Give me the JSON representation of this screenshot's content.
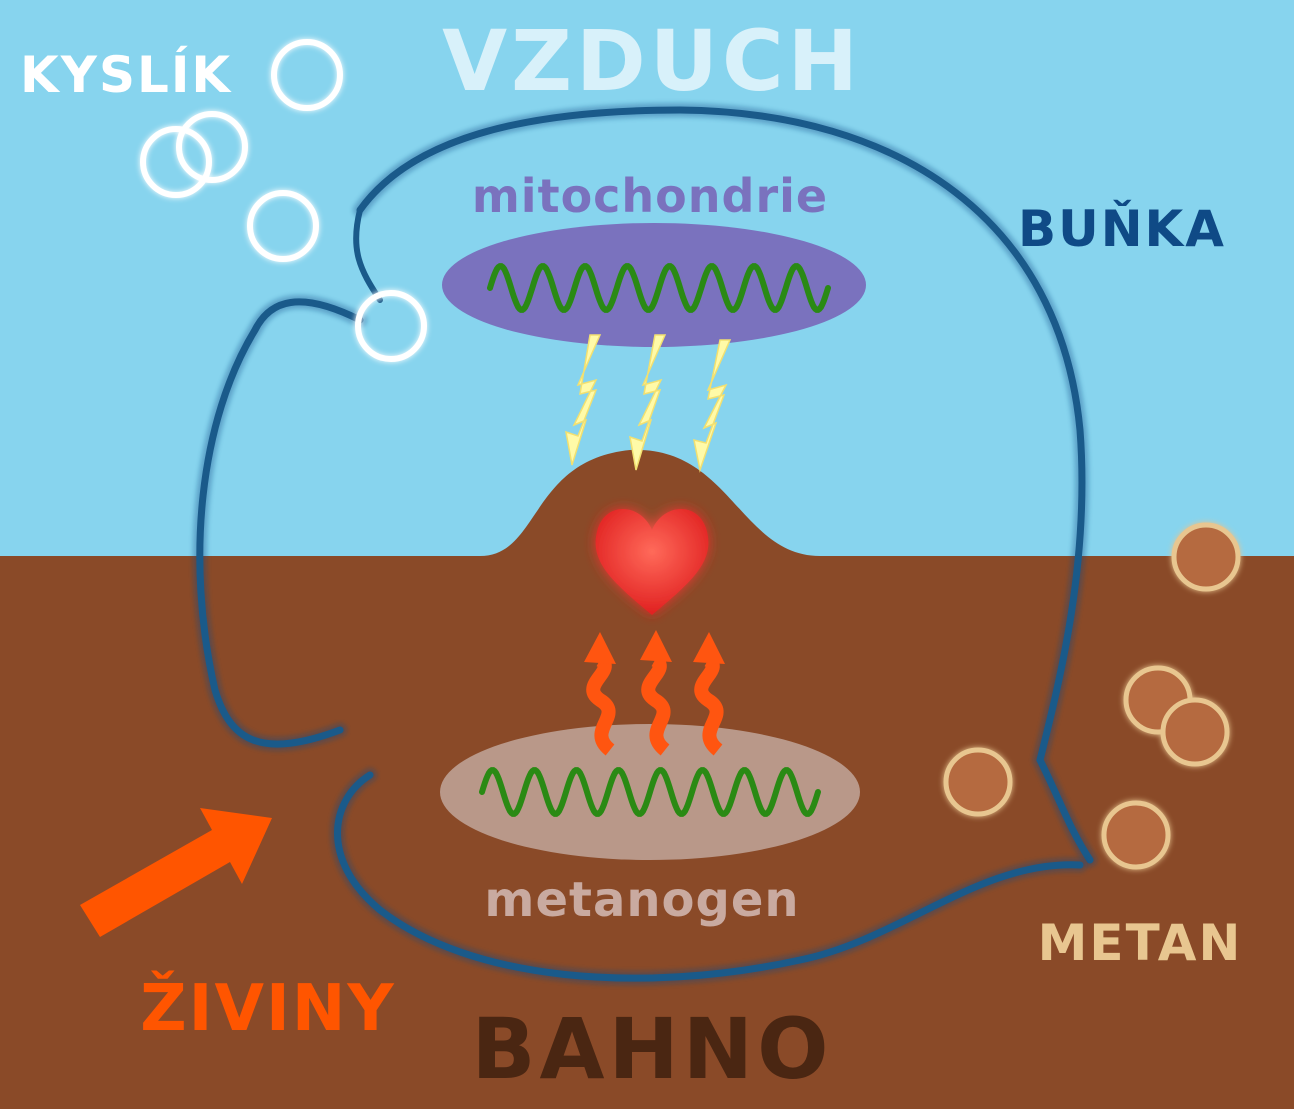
{
  "labels": {
    "air": "VZDUCH",
    "oxygen": "KYSLÍK",
    "cell": "BUŇKA",
    "mitochondria": "mitochondrie",
    "methanogen": "metanogen",
    "methane": "METAN",
    "nutrients": "ŽIVINY",
    "mud": "BAHNO"
  },
  "colors": {
    "air": "#87d4ee",
    "mud": "#8a4a28",
    "membrane": "#1a5a8a",
    "mitochondria": "#7a72be",
    "methanogen": "#b99889",
    "dna": "#2a8a14",
    "energy_bolt": "#fffaa8",
    "heat_arrow": "#ff5510",
    "heart": "#ee2e2e",
    "oxygen_bubble": "#ffffff",
    "methane_bubble": "#e8c690",
    "nutrients_arrow": "#ff5500",
    "air_label": "#d8f1fa",
    "cell_label": "#0f4a86",
    "mud_label": "#4a2612"
  },
  "icons": {
    "energy": "lightning-bolt-icon",
    "heat": "wavy-arrow-icon",
    "heart": "heart-icon",
    "nutrients": "arrow-icon"
  }
}
